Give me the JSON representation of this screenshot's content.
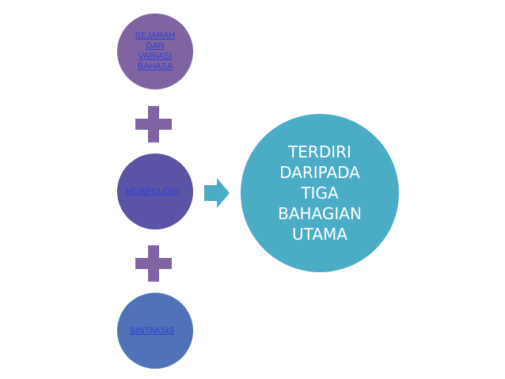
{
  "nodes": {
    "top_label": "SEJARAH DAN VARIASI BAHASA",
    "top_lines": [
      "SEJARAH",
      "DAN",
      "VARIASI",
      "BAHASA"
    ],
    "middle_label": "MORFOLOGI",
    "bottom_label": "SINTAKSIS"
  },
  "result": {
    "lines": [
      "TERDIRI",
      "DARIPADA",
      "TIGA",
      "BAHAGIAN",
      "UTAMA"
    ]
  },
  "colors": {
    "top_circle": "#8064a2",
    "middle_circle": "#5b53a6",
    "bottom_circle": "#4f72b8",
    "result_circle": "#4bacc6",
    "plus": "#8064a2",
    "arrow": "#4bacc6",
    "link_text": "#2b3fd6"
  },
  "icons": [
    "plus-icon",
    "plus-icon",
    "arrow-right-icon"
  ]
}
